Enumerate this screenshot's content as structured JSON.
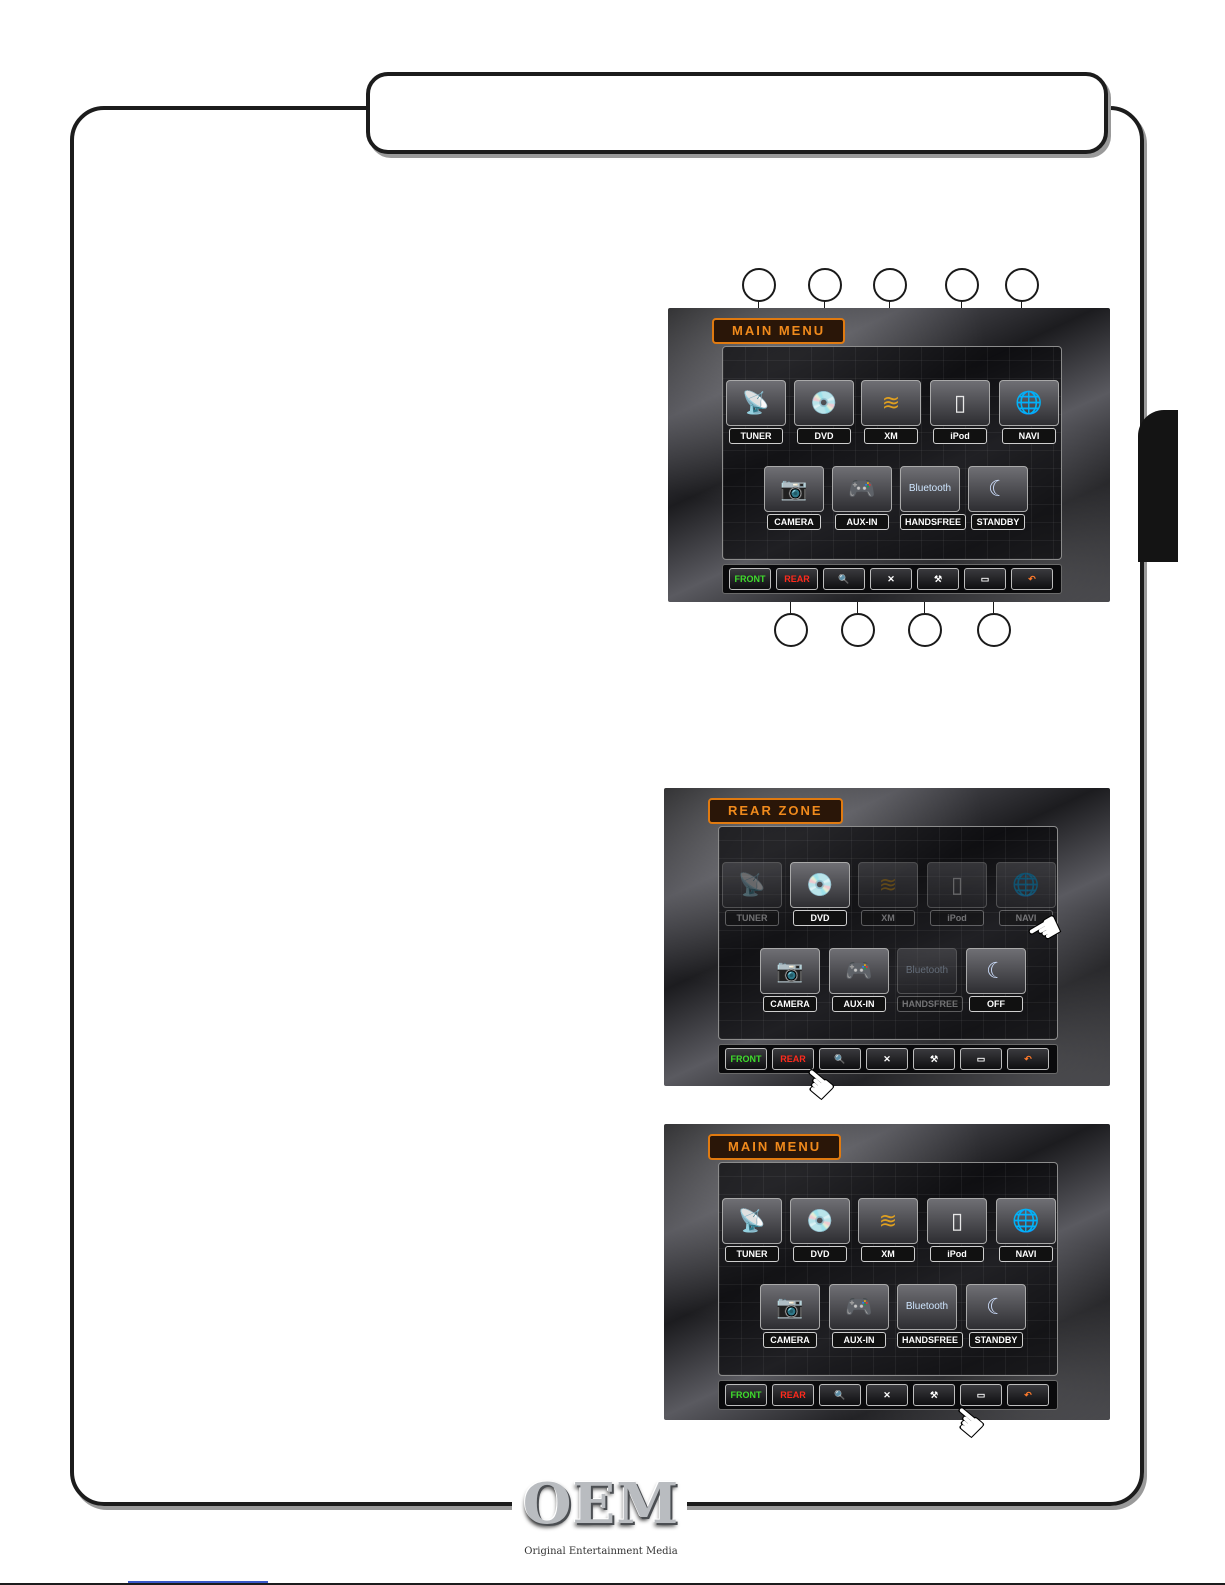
{
  "logo": {
    "mark": "OEM",
    "subtitle": "Original Entertainment Media"
  },
  "figure1": {
    "title": "MAIN MENU",
    "row1": [
      {
        "label": "TUNER",
        "icon": "tuner-icon",
        "glyph": "📡"
      },
      {
        "label": "DVD",
        "icon": "disc-icon",
        "glyph": "💿"
      },
      {
        "label": "XM",
        "icon": "xm-radio-icon",
        "glyph": "≋"
      },
      {
        "label": "iPod",
        "icon": "ipod-icon",
        "glyph": "▯"
      },
      {
        "label": "NAVI",
        "icon": "globe-icon",
        "glyph": "🌐"
      }
    ],
    "row2": [
      {
        "label": "CAMERA",
        "icon": "camera-icon",
        "glyph": "📷"
      },
      {
        "label": "AUX-IN",
        "icon": "gamepad-icon",
        "glyph": "🎮"
      },
      {
        "label": "HANDSFREE",
        "icon": "bluetooth-icon",
        "glyph": "Bluetooth"
      },
      {
        "label": "STANDBY",
        "icon": "moon-monitor-icon",
        "glyph": "☾"
      }
    ],
    "toolbar": {
      "front": "FRONT",
      "rear": "REAR"
    }
  },
  "figure2": {
    "title": "REAR ZONE",
    "row1": [
      {
        "label": "TUNER",
        "icon": "tuner-icon",
        "glyph": "📡"
      },
      {
        "label": "DVD",
        "icon": "disc-icon",
        "glyph": "💿"
      },
      {
        "label": "XM",
        "icon": "xm-radio-icon",
        "glyph": "≋"
      },
      {
        "label": "iPod",
        "icon": "ipod-icon",
        "glyph": "▯"
      },
      {
        "label": "NAVI",
        "icon": "globe-icon",
        "glyph": "🌐"
      }
    ],
    "row2": [
      {
        "label": "CAMERA",
        "icon": "camera-icon",
        "glyph": "📷"
      },
      {
        "label": "AUX-IN",
        "icon": "gamepad-icon",
        "glyph": "🎮"
      },
      {
        "label": "HANDSFREE",
        "icon": "bluetooth-icon",
        "glyph": "Bluetooth"
      },
      {
        "label": "OFF",
        "icon": "moon-monitor-icon",
        "glyph": "☾"
      }
    ],
    "toolbar": {
      "front": "FRONT",
      "rear": "REAR"
    }
  },
  "figure3": {
    "title": "MAIN MENU",
    "row1": [
      {
        "label": "TUNER",
        "icon": "tuner-icon",
        "glyph": "📡"
      },
      {
        "label": "DVD",
        "icon": "disc-icon",
        "glyph": "💿"
      },
      {
        "label": "XM",
        "icon": "xm-radio-icon",
        "glyph": "≋"
      },
      {
        "label": "iPod",
        "icon": "ipod-icon",
        "glyph": "▯"
      },
      {
        "label": "NAVI",
        "icon": "globe-icon",
        "glyph": "🌐"
      }
    ],
    "row2": [
      {
        "label": "CAMERA",
        "icon": "camera-icon",
        "glyph": "📷"
      },
      {
        "label": "AUX-IN",
        "icon": "gamepad-icon",
        "glyph": "🎮"
      },
      {
        "label": "HANDSFREE",
        "icon": "bluetooth-icon",
        "glyph": "Bluetooth"
      },
      {
        "label": "STANDBY",
        "icon": "moon-monitor-icon",
        "glyph": "☾"
      }
    ],
    "toolbar": {
      "front": "FRONT",
      "rear": "REAR"
    }
  },
  "toolbar_icons": [
    {
      "name": "search-globe-icon",
      "glyph": "🔍"
    },
    {
      "name": "satellite-dish-icon",
      "glyph": "✕"
    },
    {
      "name": "tools-icon",
      "glyph": "⚒"
    },
    {
      "name": "screen-icon",
      "glyph": "▭"
    },
    {
      "name": "back-arrow-icon",
      "glyph": "↶"
    }
  ]
}
